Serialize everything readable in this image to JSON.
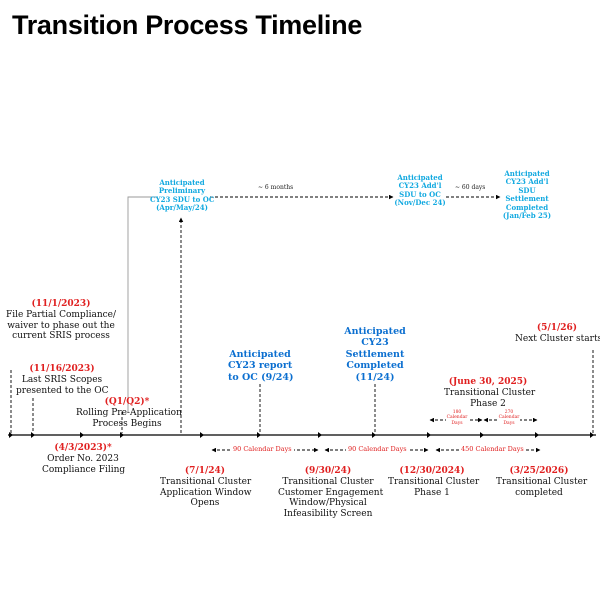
{
  "title": "Transition Process Timeline",
  "events": [
    {
      "id": "e1",
      "date": "(11/1/2023)",
      "lines": [
        "File Partial Compliance/",
        "waiver to phase out the",
        "current SRIS process"
      ]
    },
    {
      "id": "e2",
      "date": "(11/16/2023)",
      "lines": [
        "Last SRIS Scopes",
        "presented to the OC"
      ]
    },
    {
      "id": "e3",
      "date": "(4/3/2023)*",
      "lines": [
        "Order No. 2023",
        "Compliance Filing"
      ]
    },
    {
      "id": "e4",
      "date": "(Q1/Q2)*",
      "lines": [
        "Rolling Pre-Application",
        "Process Begins"
      ]
    },
    {
      "id": "e5",
      "date": "(7/1/24)",
      "lines": [
        "Transitional Cluster",
        "Application Window",
        "Opens"
      ]
    },
    {
      "id": "e6",
      "date": "(9/30/24)",
      "lines": [
        "Transitional Cluster",
        "Customer Engagement",
        "Window/Physical",
        "Infeasibility Screen"
      ]
    },
    {
      "id": "e7",
      "date": "(12/30/2024)",
      "lines": [
        "Transitional Cluster",
        "Phase 1"
      ]
    },
    {
      "id": "e8",
      "date": "(June 30, 2025)",
      "lines": [
        "Transitional Cluster",
        "Phase 2"
      ]
    },
    {
      "id": "e9",
      "date": "(3/25/2026)",
      "lines": [
        "Transitional Cluster",
        "completed"
      ]
    },
    {
      "id": "e10",
      "date": "(5/1/26)",
      "lines": [
        "Next Cluster starts"
      ]
    }
  ],
  "anticipated": [
    {
      "id": "a1",
      "lines": [
        "Anticipated",
        "CY23 report",
        "to OC (9/24)"
      ]
    },
    {
      "id": "a2",
      "lines": [
        "Anticipated",
        "CY23",
        "Settlement",
        "Completed",
        "(11/24)"
      ]
    }
  ],
  "upper": [
    {
      "id": "u1",
      "lines": [
        "Anticipated",
        "Preliminary",
        "CY23 SDU to OC",
        "(Apr/May/24)"
      ]
    },
    {
      "id": "u2",
      "lines": [
        "Anticipated",
        "CY23 Add'l",
        "SDU to OC",
        "(Nov/Dec 24)"
      ]
    },
    {
      "id": "u3",
      "lines": [
        "Anticipated",
        "CY23 Add'l",
        "SDU",
        "Settlement",
        "Completed",
        "(Jan/Feb 25)"
      ]
    }
  ],
  "gaps": {
    "six_months": "~ 6 months",
    "sixty_days": "~ 60 days"
  },
  "durations": {
    "d90a": "90 Calendar Days",
    "d90b": "90 Calendar Days",
    "d450": "450 Calendar Days",
    "d180": [
      "180",
      "Calendar",
      "Days"
    ],
    "d270": [
      "270",
      "Calendar",
      "Days"
    ]
  },
  "colors": {
    "date": "#e02020",
    "anticipated": "#0b6fd0",
    "upper": "#12a9e0",
    "line": "#000000"
  }
}
